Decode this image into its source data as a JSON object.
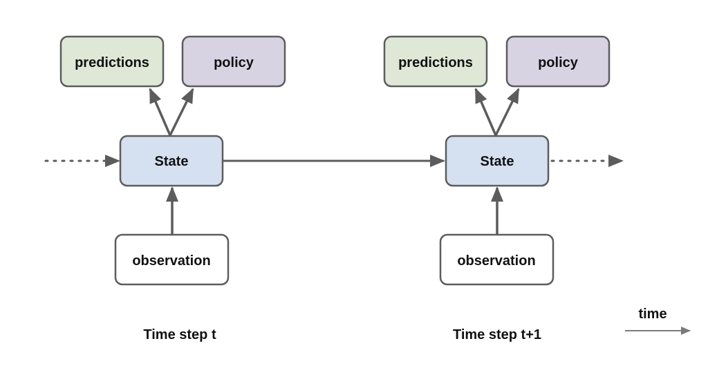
{
  "colors": {
    "predictions_fill": "#dfe8d6",
    "policy_fill": "#d8d3e3",
    "state_fill": "#d5e0f0",
    "observation_fill": "#ffffff",
    "stroke": "#5c5c5c",
    "arrow": "#5c5c5c"
  },
  "step_t": {
    "predictions": "predictions",
    "policy": "policy",
    "state": "State",
    "observation": "observation",
    "caption": "Time step t"
  },
  "step_t1": {
    "predictions": "predictions",
    "policy": "policy",
    "state": "State",
    "observation": "observation",
    "caption": "Time step t+1"
  },
  "time_label": "time"
}
